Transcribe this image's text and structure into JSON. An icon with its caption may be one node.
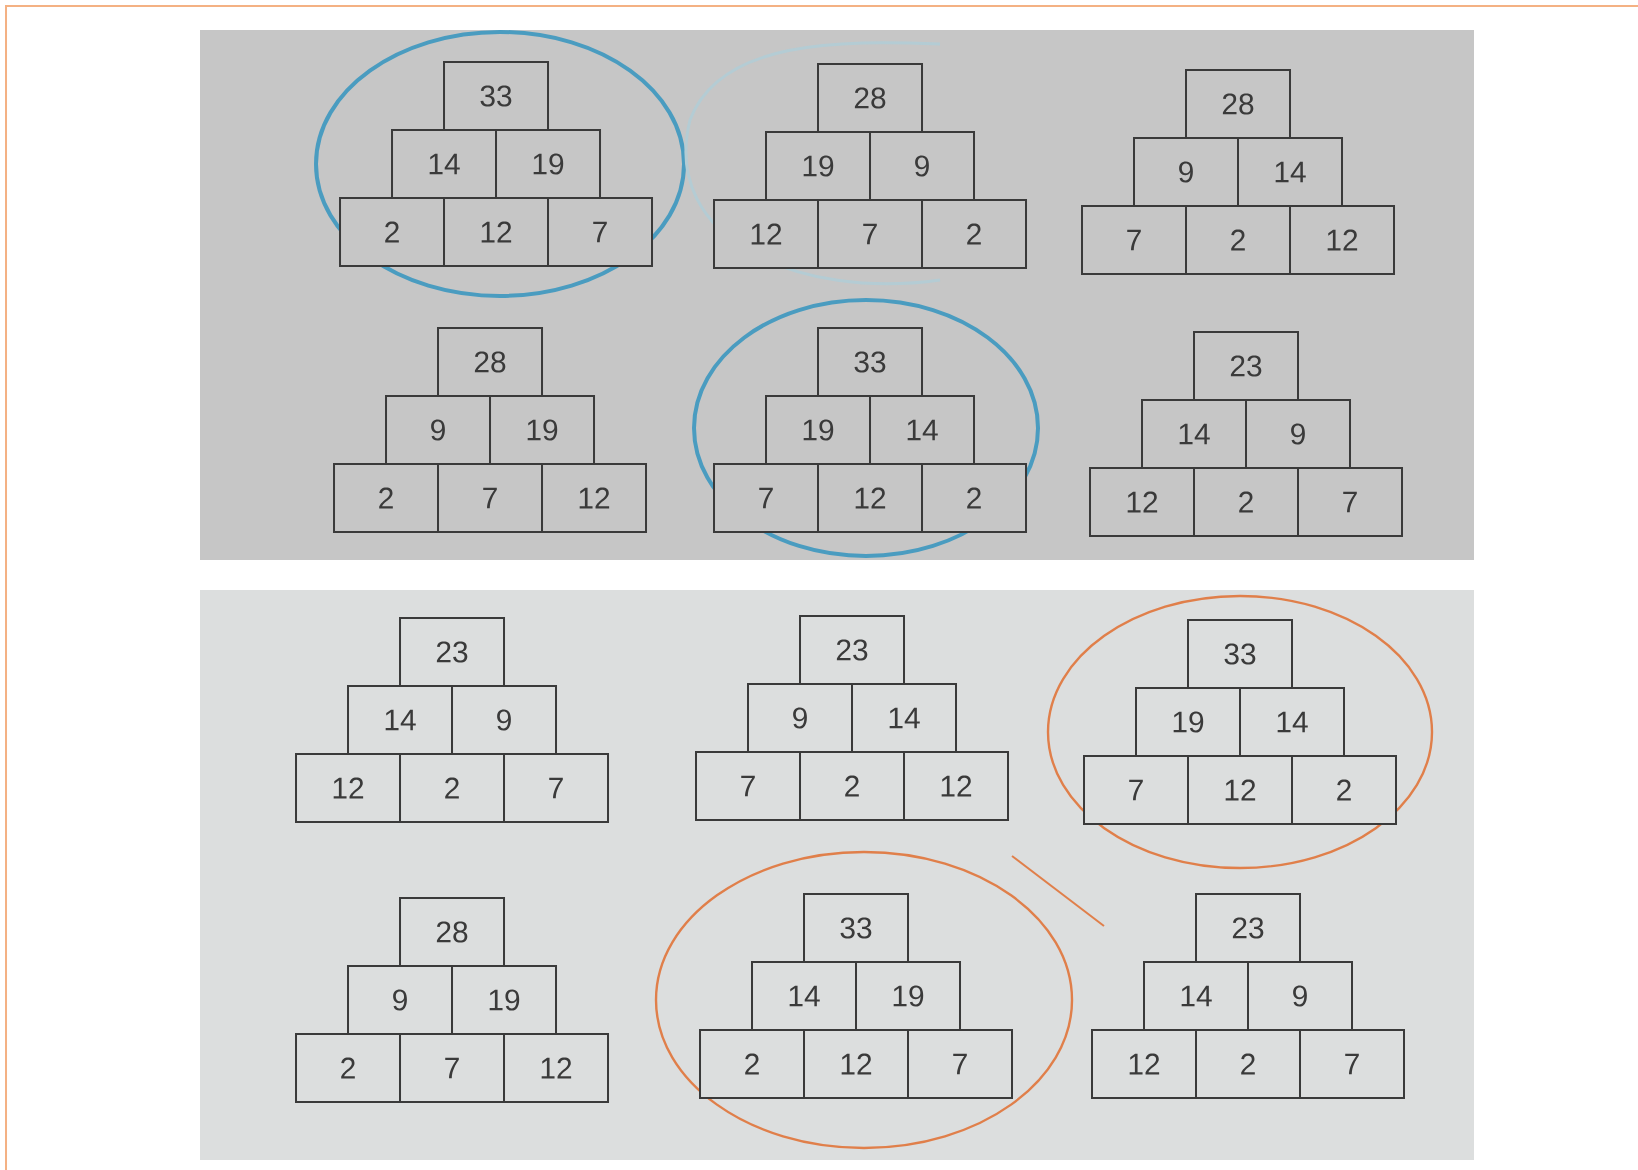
{
  "diagram": {
    "nodes": [
      {
        "text": [
          "33"
        ]
      },
      {
        "text": [
          "14"
        ]
      },
      {
        "text": [
          "19"
        ]
      },
      {
        "text": [
          "2"
        ]
      },
      {
        "text": [
          "12"
        ]
      },
      {
        "text": [
          "7"
        ]
      },
      {
        "text": [
          "28"
        ]
      },
      {
        "text": [
          "19"
        ]
      },
      {
        "text": [
          "9"
        ]
      },
      {
        "text": [
          "12"
        ]
      },
      {
        "text": [
          "7"
        ]
      },
      {
        "text": [
          "2"
        ]
      },
      {
        "text": [
          "28"
        ]
      },
      {
        "text": [
          "9"
        ]
      },
      {
        "text": [
          "14"
        ]
      },
      {
        "text": [
          "7"
        ]
      },
      {
        "text": [
          "2"
        ]
      },
      {
        "text": [
          "12"
        ]
      },
      {
        "text": [
          "28"
        ]
      },
      {
        "text": [
          "9"
        ]
      },
      {
        "text": [
          "19"
        ]
      },
      {
        "text": [
          "2"
        ]
      },
      {
        "text": [
          "7"
        ]
      },
      {
        "text": [
          "12"
        ]
      },
      {
        "text": [
          "33"
        ]
      },
      {
        "text": [
          "19"
        ]
      },
      {
        "text": [
          "14"
        ]
      },
      {
        "text": [
          "7"
        ]
      },
      {
        "text": [
          "12"
        ]
      },
      {
        "text": [
          "2"
        ]
      },
      {
        "text": [
          "23"
        ]
      },
      {
        "text": [
          "14"
        ]
      },
      {
        "text": [
          "9"
        ]
      },
      {
        "text": [
          "12"
        ]
      },
      {
        "text": [
          "2"
        ]
      },
      {
        "text": [
          "7"
        ]
      },
      {
        "text": [
          "23"
        ]
      },
      {
        "text": [
          "14"
        ]
      },
      {
        "text": [
          "9"
        ]
      },
      {
        "text": [
          "12"
        ]
      },
      {
        "text": [
          "2"
        ]
      },
      {
        "text": [
          "7"
        ]
      },
      {
        "text": [
          "23"
        ]
      },
      {
        "text": [
          "9"
        ]
      },
      {
        "text": [
          "14"
        ]
      },
      {
        "text": [
          "7"
        ]
      },
      {
        "text": [
          "2"
        ]
      },
      {
        "text": [
          "12"
        ]
      },
      {
        "text": [
          "33"
        ]
      },
      {
        "text": [
          "19"
        ]
      },
      {
        "text": [
          "14"
        ]
      },
      {
        "text": [
          "7"
        ]
      },
      {
        "text": [
          "12"
        ]
      },
      {
        "text": [
          "2"
        ]
      },
      {
        "text": [
          "28"
        ]
      },
      {
        "text": [
          "9"
        ]
      },
      {
        "text": [
          "19"
        ]
      },
      {
        "text": [
          "2"
        ]
      },
      {
        "text": [
          "7"
        ]
      },
      {
        "text": [
          "12"
        ]
      },
      {
        "text": [
          "33"
        ]
      },
      {
        "text": [
          "14"
        ]
      },
      {
        "text": [
          "19"
        ]
      },
      {
        "text": [
          "2"
        ]
      },
      {
        "text": [
          "12"
        ]
      },
      {
        "text": [
          "7"
        ]
      },
      {
        "text": [
          "23"
        ]
      },
      {
        "text": [
          "14"
        ]
      },
      {
        "text": [
          "9"
        ]
      },
      {
        "text": [
          "12"
        ]
      },
      {
        "text": [
          "2"
        ]
      },
      {
        "text": [
          "7"
        ]
      }
    ]
  }
}
